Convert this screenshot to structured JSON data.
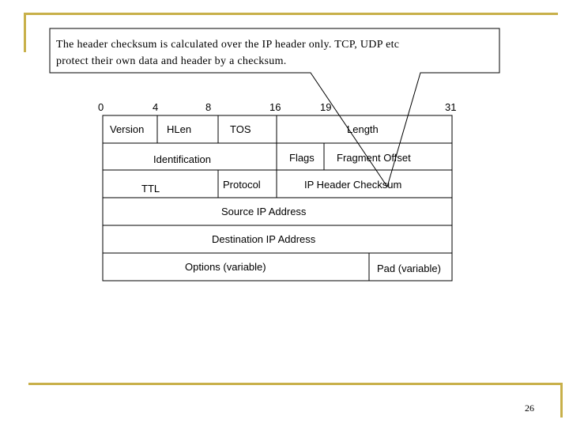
{
  "callout": {
    "line1": "The header checksum is calculated over the IP header only.  TCP, UDP etc",
    "line2": "protect their own data and header by a checksum."
  },
  "bit_positions": [
    "0",
    "4",
    "8",
    "16",
    "19",
    "31"
  ],
  "fields": {
    "version": "Version",
    "hlen": "HLen",
    "tos": "TOS",
    "length": "Length",
    "identification": "Identification",
    "flags": "Flags",
    "fragment_offset": "Fragment Offset",
    "ttl": "TTL",
    "protocol": "Protocol",
    "checksum": "IP Header Checksum",
    "source": "Source IP Address",
    "destination": "Destination IP Address",
    "options": "Options (variable)",
    "pad": "Pad (variable)"
  },
  "colors": {
    "accent": "#c8b04a"
  },
  "page_number": "26"
}
